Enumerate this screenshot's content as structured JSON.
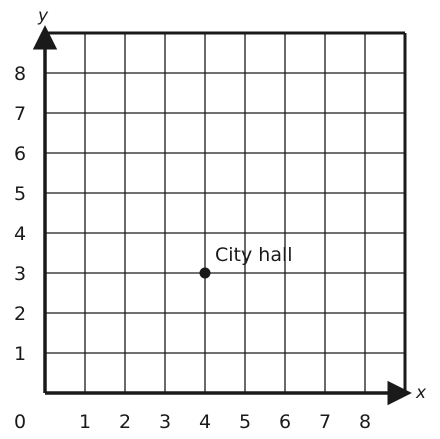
{
  "chart_data": {
    "type": "scatter",
    "title": "",
    "xlabel": "x",
    "ylabel": "y",
    "xlim": [
      0,
      9
    ],
    "ylim": [
      0,
      9
    ],
    "grid": true,
    "origin_label": "0",
    "x_ticks": [
      "1",
      "2",
      "3",
      "4",
      "5",
      "6",
      "7",
      "8"
    ],
    "y_ticks": [
      "1",
      "2",
      "3",
      "4",
      "5",
      "6",
      "7",
      "8"
    ],
    "points": [
      {
        "x": 4,
        "y": 3,
        "label": "City hall"
      }
    ]
  },
  "colors": {
    "grid": "#1a1a1a",
    "axis": "#1a1a1a",
    "point": "#1a1a1a"
  }
}
